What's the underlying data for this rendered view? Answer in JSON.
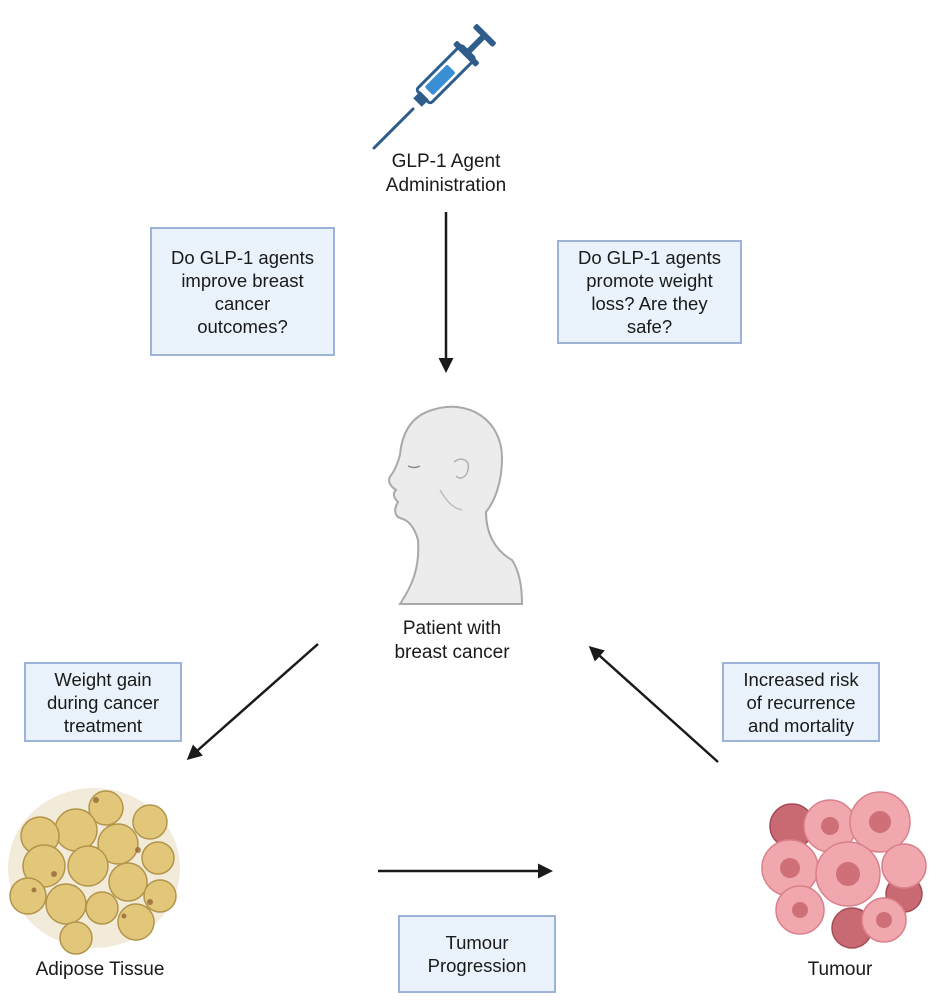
{
  "nodes": {
    "agent_label": "GLP-1 Agent\nAdministration",
    "patient_label": "Patient with\nbreast cancer",
    "adipose_label": "Adipose Tissue",
    "tumour_label": "Tumour"
  },
  "boxes": {
    "q_outcomes": "Do GLP-1 agents\nimprove breast\ncancer\noutcomes?",
    "q_weight": "Do GLP-1 agents\npromote weight\nloss? Are they\nsafe?",
    "weight_gain": "Weight gain\nduring cancer\ntreatment",
    "risk": "Increased risk\nof recurrence\nand mortality",
    "progression": "Tumour\nProgression"
  },
  "colors": {
    "box_fill": "#eaf2fb",
    "box_border": "#9db3d8",
    "syringe_blue": "#2e5d8a",
    "fat_cell": "#e2c77a",
    "tumour_cell": "#e8949a",
    "arrow": "#1a1a1a"
  }
}
